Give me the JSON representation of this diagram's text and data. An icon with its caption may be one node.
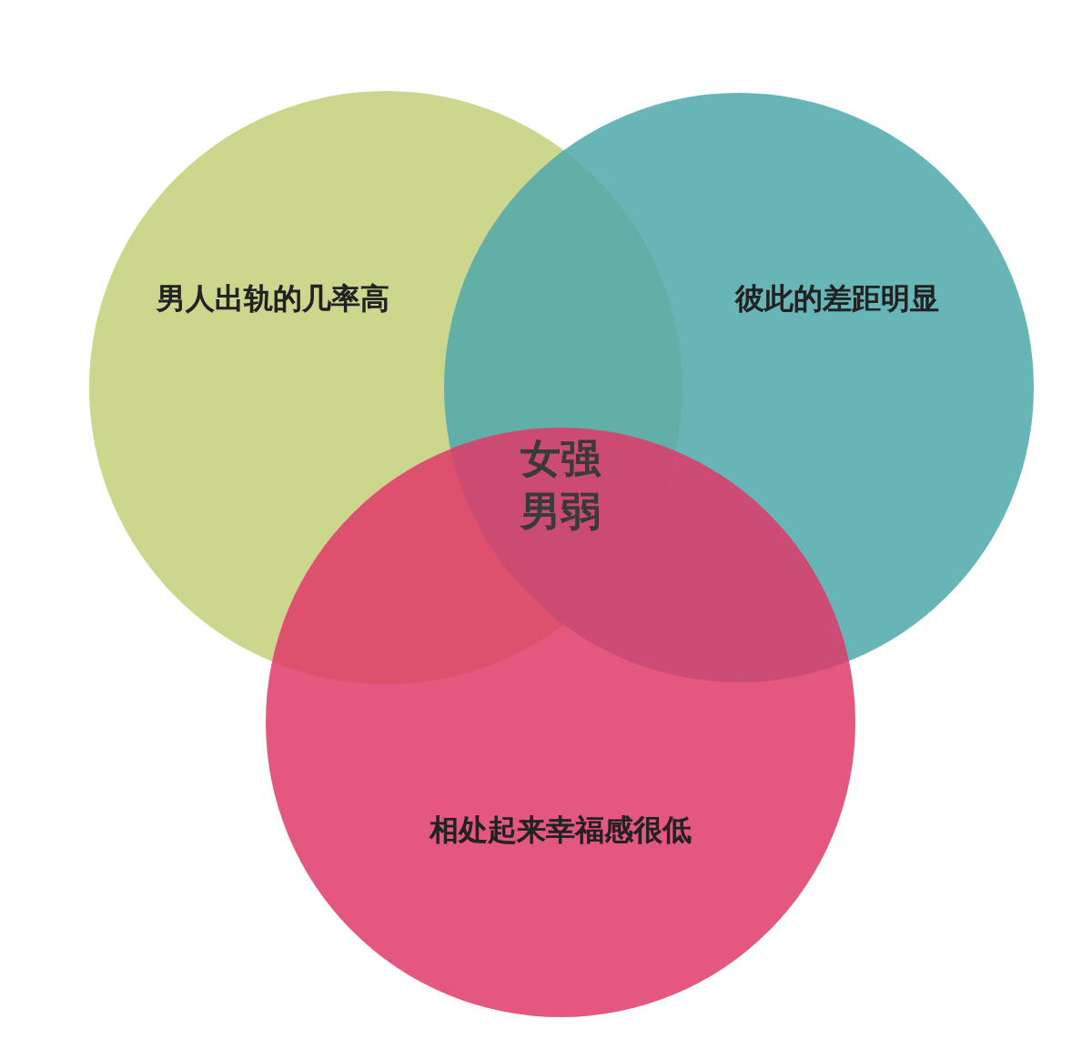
{
  "diagram": {
    "nodes": [
      {
        "text": [
          "男人出轨的几率高"
        ]
      },
      {
        "text": [
          "彼此的差距明显"
        ]
      },
      {
        "text": [
          "相处起来幸福感很低"
        ]
      }
    ],
    "labels": [
      "女强男弱"
    ]
  }
}
